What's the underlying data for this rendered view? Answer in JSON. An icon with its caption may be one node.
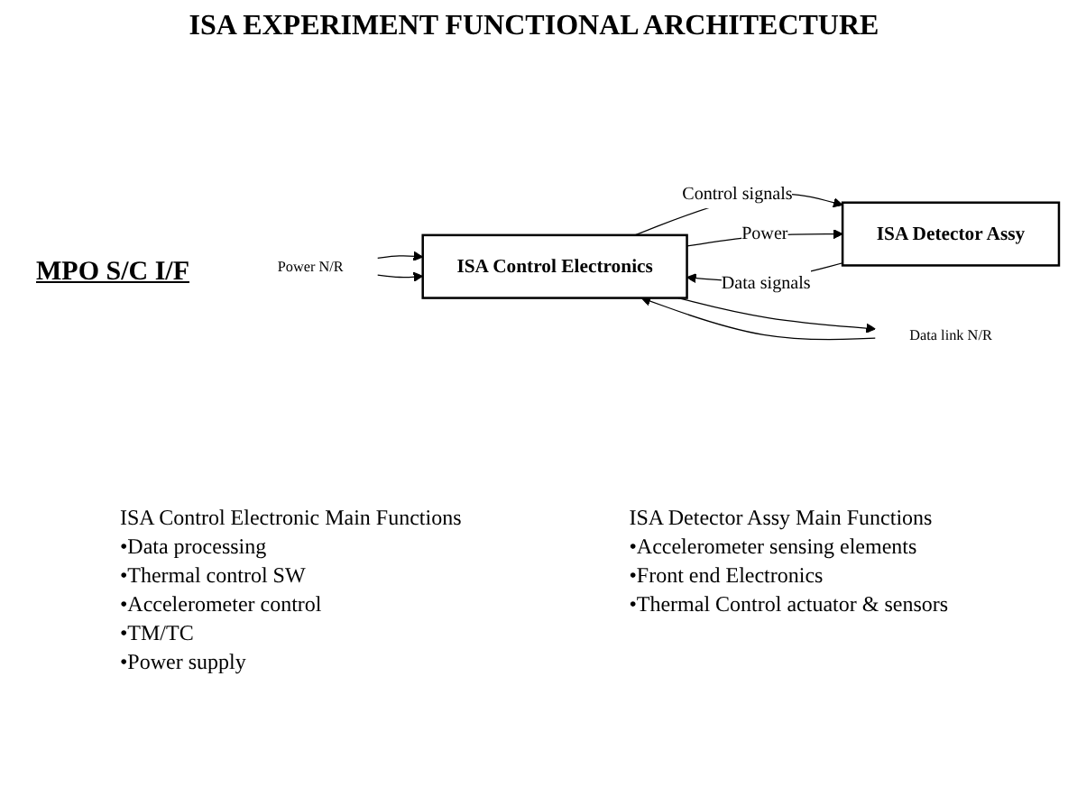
{
  "diagram": {
    "title": "ISA EXPERIMENT FUNCTIONAL ARCHITECTURE",
    "nodes": [
      {
        "text": [
          "ISA Control Electronics"
        ]
      },
      {
        "text": [
          "ISA Detector Assy"
        ]
      },
      {
        "text": [
          "Data link N/R"
        ]
      },
      {
        "text": [
          "Power N/R"
        ]
      }
    ],
    "edges": [
      {
        "from": 1,
        "to": 0,
        "arrow": "to",
        "label": "Data signals"
      },
      {
        "from": 0,
        "to": 1,
        "arrow": "to",
        "label": "Control signals"
      },
      {
        "from": 0,
        "to": 1,
        "arrow": "to",
        "label": "Power"
      },
      {
        "from": 0,
        "to": 2,
        "arrow": "to"
      },
      {
        "from": 2,
        "to": 0,
        "arrow": "to"
      },
      {
        "from": 3,
        "to": 0,
        "arrow": "to"
      },
      {
        "from": 3,
        "to": 0,
        "arrow": "to"
      }
    ],
    "labels": [
      "MPO S/C I/F",
      "ISA Control Electronic Main Functions",
      "•Data processing",
      "•Thermal control SW",
      "•Accelerometer control",
      "•TM/TC",
      "•Power supply",
      "ISA Detector Assy Main Functions",
      "•Accelerometer sensing elements",
      "•Front end Electronics",
      "•Thermal Control actuator & sensors"
    ]
  }
}
